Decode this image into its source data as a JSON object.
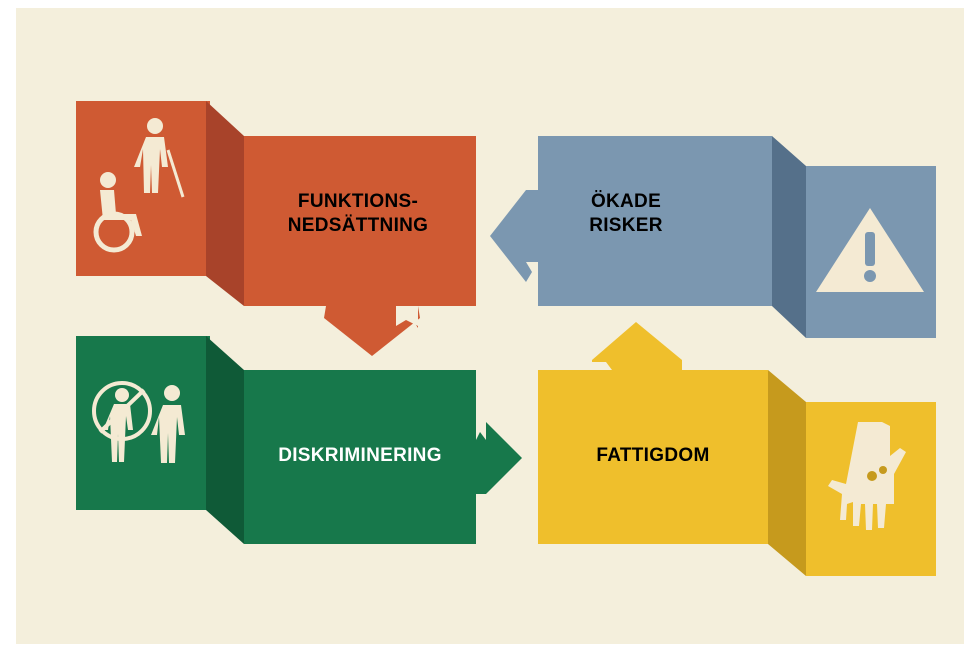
{
  "steps": {
    "funktionsnedsattning": {
      "line1": "FUNKTIONS-",
      "line2": "NEDSÄTTNING",
      "color": "#cf5a33",
      "icon": "wheelchair-and-cane-user-icon"
    },
    "okade_risker": {
      "line1": "ÖKADE",
      "line2": "RISKER",
      "color": "#7b97b0",
      "icon": "warning-triangle-icon"
    },
    "diskriminering": {
      "line1": "DISKRIMINERING",
      "color": "#17784b",
      "icon": "excluded-person-icon"
    },
    "fattigdom": {
      "line1": "FATTIGDOM",
      "color": "#efbf2c",
      "icon": "open-hand-with-coins-icon"
    }
  },
  "arrows": [
    "funktionsnedsattning-to-diskriminering",
    "diskriminering-to-fattigdom",
    "fattigdom-to-okade-risker",
    "okade-risker-to-funktionsnedsattning"
  ],
  "background_color": "#f4efdc"
}
